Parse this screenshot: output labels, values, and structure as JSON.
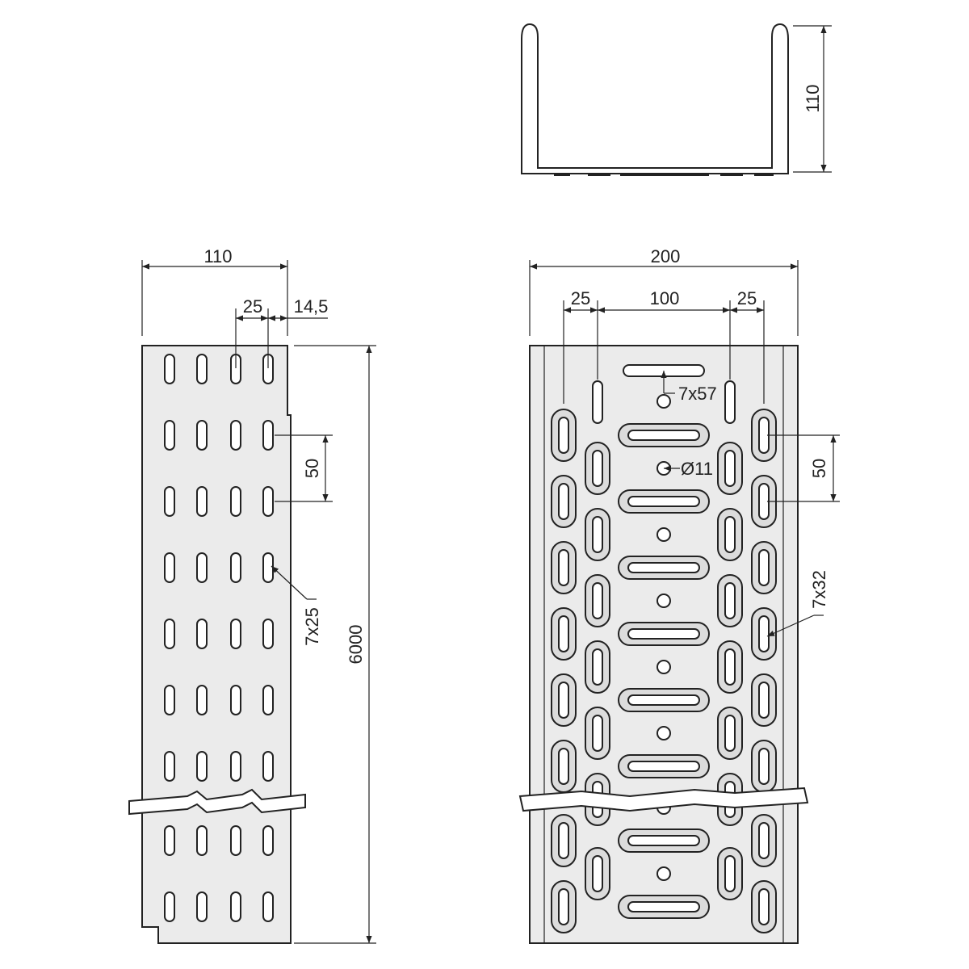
{
  "side_view": {
    "width_label": "110",
    "slot_pitch_h_label": "25",
    "edge_offset_label": "14,5",
    "slot_pitch_v_label": "50",
    "slot_size_label": "7x25",
    "length_label": "6000"
  },
  "section_view": {
    "height_label": "110"
  },
  "bottom_view": {
    "width_label": "200",
    "left_offset_label": "25",
    "center_span_label": "100",
    "right_offset_label": "25",
    "transverse_slot_label": "7x57",
    "round_hole_label": "Ø11",
    "pitch_label": "50",
    "longitudinal_slot_label": "7x32"
  }
}
